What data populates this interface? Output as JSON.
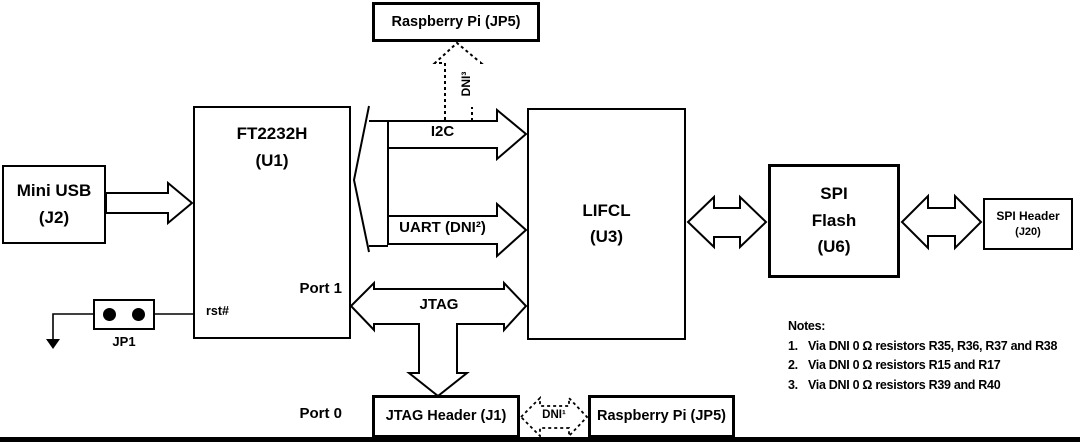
{
  "diagram": {
    "boxes": {
      "rpi_top": {
        "label": "Raspberry Pi (JP5)"
      },
      "mini_usb": {
        "line1": "Mini USB",
        "line2": "(J2)"
      },
      "ft2232h": {
        "line1": "FT2232H",
        "line2": "(U1)",
        "port1": "Port 1",
        "port0": "Port 0",
        "rst": "rst#"
      },
      "lifcl": {
        "line1": "LIFCL",
        "line2": "(U3)"
      },
      "spi_flash": {
        "line1": "SPI",
        "line2": "Flash",
        "line3": "(U6)"
      },
      "spi_header": {
        "line1": "SPI Header",
        "line2": "(J20)"
      },
      "jtag_header": {
        "label": "JTAG Header (J1)"
      },
      "rpi_bottom": {
        "label": "Raspberry Pi (JP5)"
      },
      "jp1": {
        "label": "JP1"
      }
    },
    "signals": {
      "i2c": "I2C",
      "uart": "UART (DNI²)",
      "jtag": "JTAG",
      "dni3": "DNI³",
      "dni1": "DNI¹"
    },
    "notes": {
      "title": "Notes:",
      "items": [
        {
          "num": "1.",
          "text": "Via DNI 0 Ω resistors R35, R36, R37 and R38"
        },
        {
          "num": "2.",
          "text": "Via DNI 0 Ω resistors R15 and R17"
        },
        {
          "num": "3.",
          "text": "Via DNI 0 Ω resistors R39 and R40"
        }
      ]
    },
    "colors": {
      "line": "#000000",
      "background": "#ffffff"
    }
  }
}
